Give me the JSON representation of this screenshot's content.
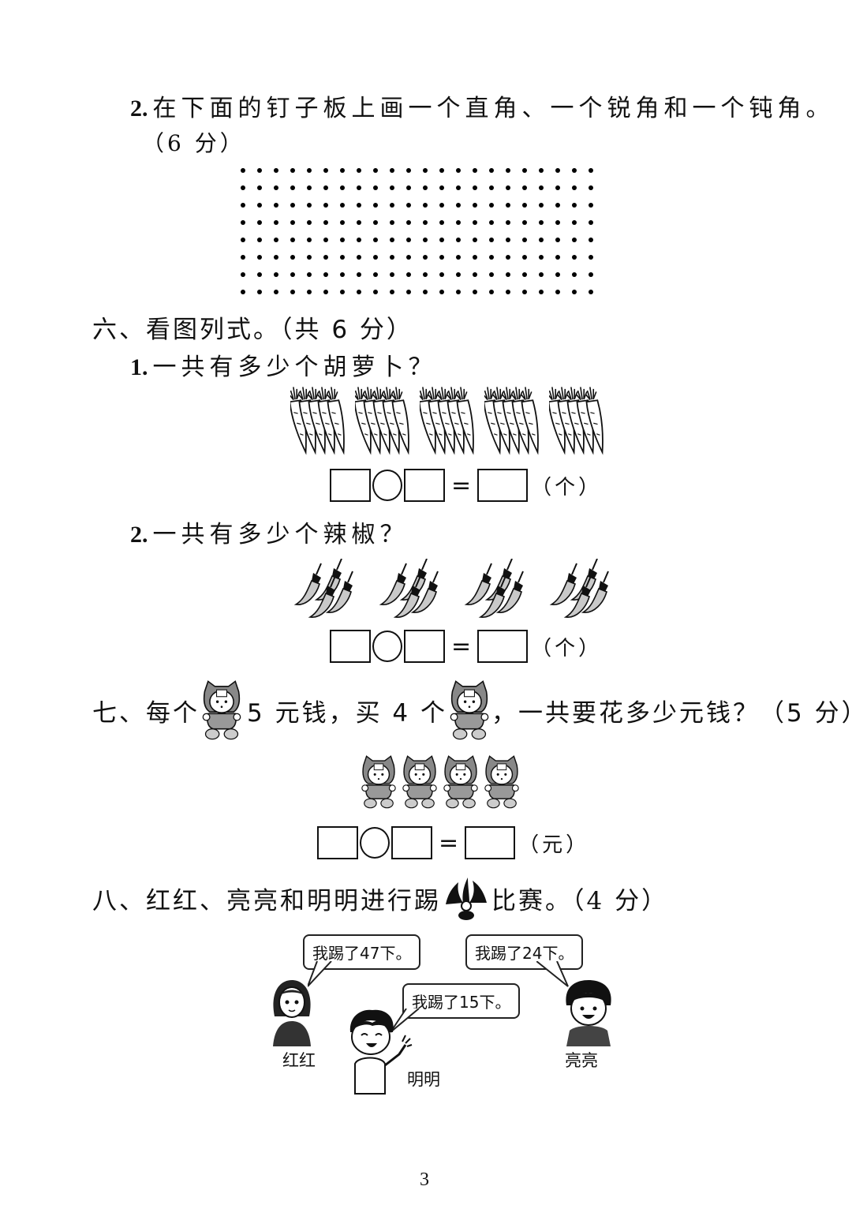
{
  "q5_2": {
    "number": "2.",
    "text": "在下面的钉子板上画一个直角、一个锐角和一个钝角。",
    "score": "（6 分）",
    "pegboard": {
      "columns": 22,
      "rows": 8
    }
  },
  "section6": {
    "title": "六、看图列式。（共 6 分）",
    "q1": {
      "number": "1.",
      "text": "一共有多少个胡萝卜？",
      "picture": {
        "item": "carrot-icon",
        "groups": 5,
        "per_group": 5
      },
      "unit": "（个）"
    },
    "q2": {
      "number": "2.",
      "text": "一共有多少个辣椒？",
      "picture": {
        "item": "chili-pepper-icon",
        "groups": 4,
        "per_group": 4
      },
      "unit": "（个）"
    }
  },
  "section7": {
    "prefix": "七、每个",
    "mid1": "5 元钱，买 4 个",
    "suffix": "，一共要花多少元钱？（5 分）",
    "picture": {
      "item": "doll-icon",
      "count": 4
    },
    "unit": "（元）"
  },
  "section8": {
    "prefix": "八、红红、亮亮和明明进行踢",
    "suffix": "比赛。（4 分）",
    "icon": "shuttlecock-icon",
    "children": [
      {
        "name": "红红",
        "speech": "我踢了47下。"
      },
      {
        "name": "明明",
        "speech": "我踢了15下。"
      },
      {
        "name": "亮亮",
        "speech": "我踢了24下。"
      }
    ]
  },
  "equation": {
    "equals": "="
  },
  "footer": {
    "page_number": "3"
  }
}
